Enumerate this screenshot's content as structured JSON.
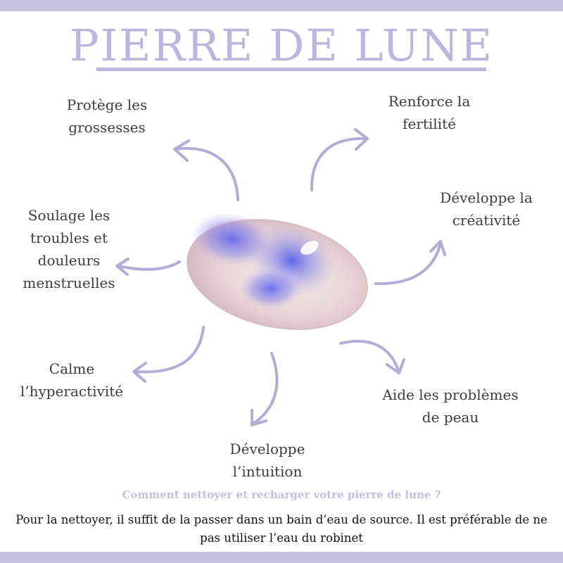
{
  "title": "PIERRE DE LUNE",
  "benefits": {
    "top_left": [
      "Protège les",
      "grossesses"
    ],
    "top_right": [
      "Renforce la",
      "fertilité"
    ],
    "right": [
      "Développe la",
      "créativité"
    ],
    "left": [
      "Soulage les",
      "troubles et",
      "douleurs",
      "menstruelles"
    ],
    "bottom_left": [
      "Calme",
      "l’hyperactivité"
    ],
    "bottom_right": [
      "Aide les problèmes",
      "de peau"
    ],
    "bottom": [
      "Développe",
      "l’intuition"
    ]
  },
  "question": "Comment nettoyer et recharger votre pierre de lune ?",
  "answer": "Pour la nettoyer, il suffit de la passer dans un bain d’eau de source. Il est préférable de ne pas utiliser l’eau du robinet",
  "colors": {
    "accent": "#bcb5de",
    "band": "#c6c0e0",
    "arrow": "#b2acd6",
    "text": "#3d3d3d"
  }
}
